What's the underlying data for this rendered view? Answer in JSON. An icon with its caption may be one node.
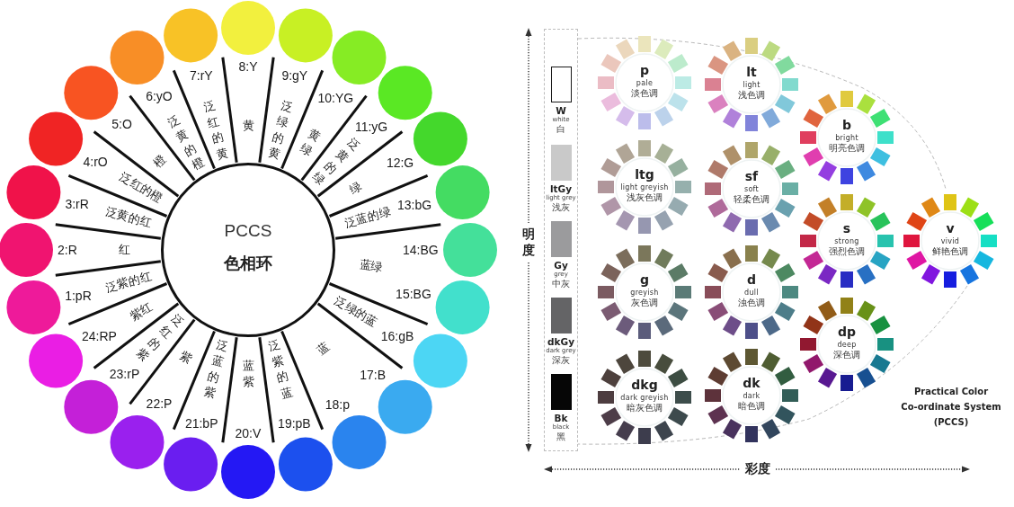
{
  "diagram": {
    "nodes": [
      {
        "text": [
          "PCCS",
          "色相环"
        ]
      },
      {
        "text": [
          "W",
          "white",
          "白"
        ]
      },
      {
        "text": [
          "ltGy",
          "light grey",
          "浅灰"
        ]
      },
      {
        "text": [
          "Gy",
          "grey",
          "中灰"
        ]
      },
      {
        "text": [
          "dkGy",
          "dark grey",
          "深灰"
        ]
      },
      {
        "text": [
          "Bk",
          "black",
          "黑"
        ]
      },
      {
        "text": [
          "p",
          "pale",
          "淡色调"
        ]
      },
      {
        "text": [
          "lt",
          "light",
          "浅色调"
        ]
      },
      {
        "text": [
          "b",
          "bright",
          "明亮色调"
        ]
      },
      {
        "text": [
          "ltg",
          "light greyish",
          "浅灰色调"
        ]
      },
      {
        "text": [
          "sf",
          "soft",
          "轻柔色调"
        ]
      },
      {
        "text": [
          "s",
          "strong",
          "强烈色调"
        ]
      },
      {
        "text": [
          "v",
          "vivid",
          "鲜艳色调"
        ]
      },
      {
        "text": [
          "g",
          "greyish",
          "灰色调"
        ]
      },
      {
        "text": [
          "d",
          "dull",
          "浊色调"
        ]
      },
      {
        "text": [
          "dp",
          "deep",
          "深色调"
        ]
      },
      {
        "text": [
          "dkg",
          "dark greyish",
          "暗灰色调"
        ]
      },
      {
        "text": [
          "dk",
          "dark",
          "暗色调"
        ]
      }
    ],
    "labels": [
      "1:pR",
      "泛紫的红",
      "2:R",
      "红",
      "3:rR",
      "泛黄的红",
      "4:rO",
      "泛红的橙",
      "5:O",
      "橙",
      "6:yO",
      "泛黄的橙",
      "7:rY",
      "泛红的黄",
      "8:Y",
      "黄",
      "9:gY",
      "泛绿的黄",
      "10:YG",
      "黄绿",
      "11:yG",
      "泛黄的绿",
      "12:G",
      "绿",
      "13:bG",
      "泛蓝的绿",
      "14:BG",
      "15:BG",
      "蓝绿",
      "16:gB",
      "泛绿的蓝",
      "17:B",
      "18:p",
      "蓝",
      "19:pB",
      "泛紫的蓝",
      "20:V",
      "蓝紫",
      "21:bP",
      "泛蓝的紫",
      "22:P",
      "紫",
      "23:rP",
      "泛红的紫",
      "24:RP",
      "紫红",
      "明度",
      "Practical Color Co-ordinate System (PCCS)",
      "彩度"
    ]
  }
}
